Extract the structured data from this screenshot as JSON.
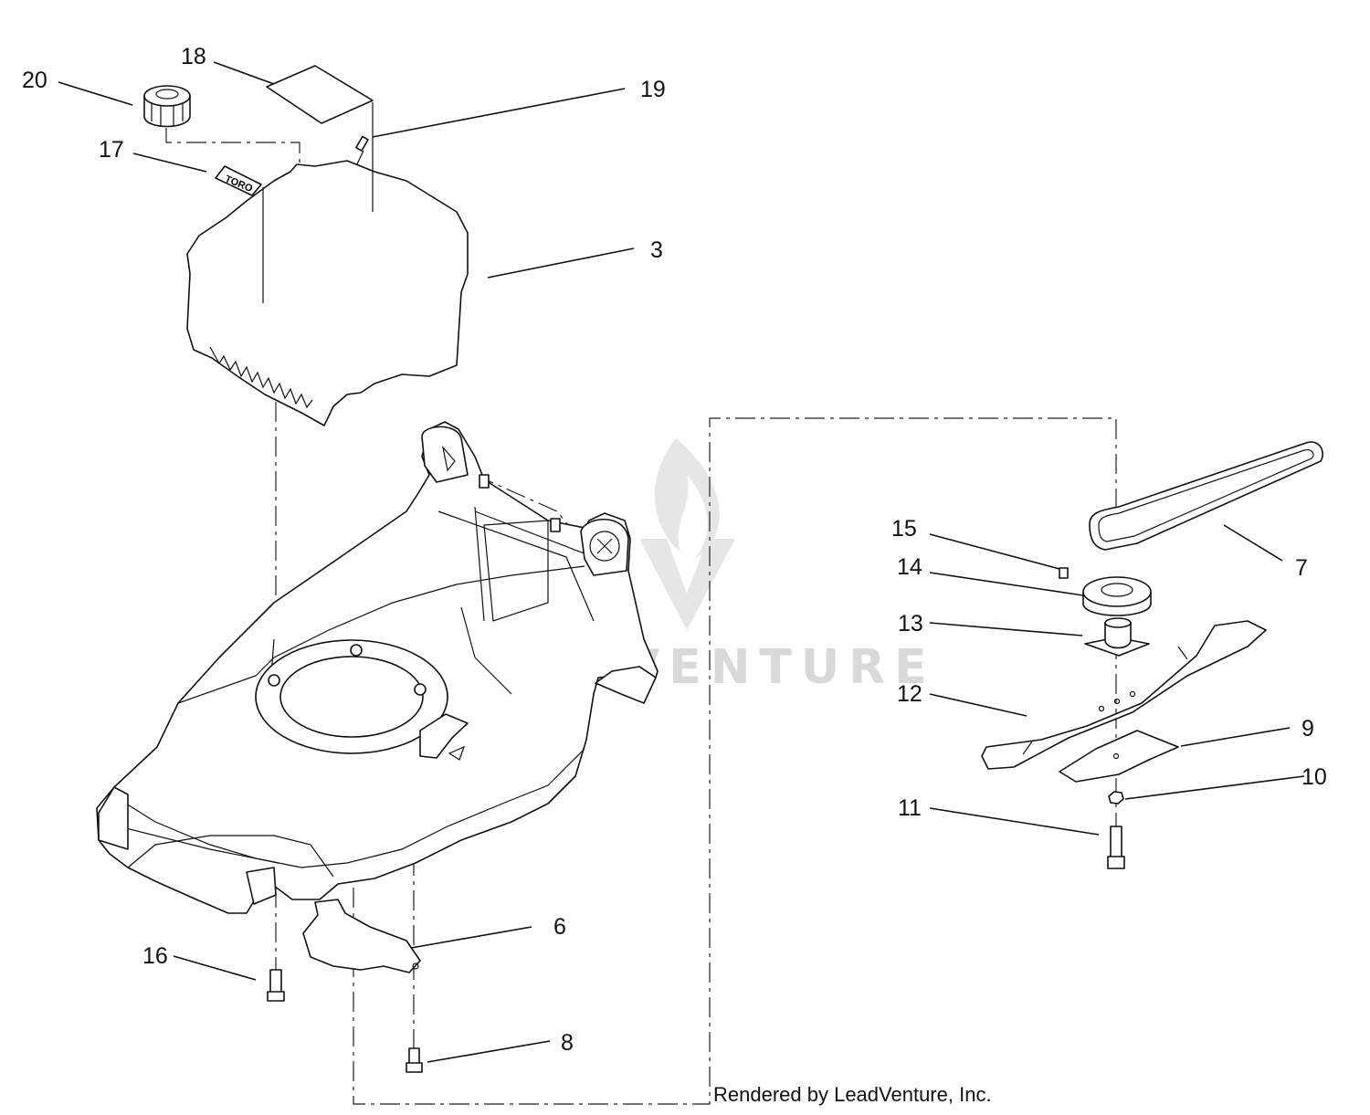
{
  "watermark": {
    "text": "LEADVENTURE",
    "color": "#d8d8d8"
  },
  "credit": "Rendered by LeadVenture, Inc.",
  "logo_text": "TORO",
  "callouts": {
    "p20": "20",
    "p18": "18",
    "p19": "19",
    "p17": "17",
    "p3": "3",
    "p15": "15",
    "p14": "14",
    "p13": "13",
    "p7": "7",
    "p12": "12",
    "p9": "9",
    "p10": "10",
    "p11": "11",
    "p6": "6",
    "p16": "16",
    "p8": "8"
  },
  "colors": {
    "line": "#111111",
    "background": "#ffffff"
  }
}
